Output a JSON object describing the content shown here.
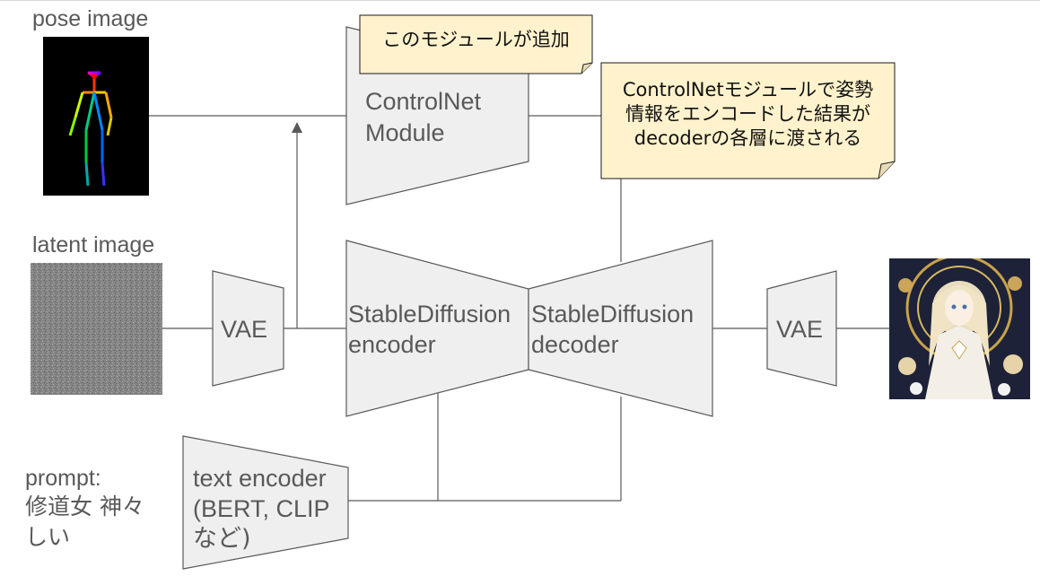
{
  "labels": {
    "pose_image": "pose image",
    "latent_image": "latent image",
    "prompt_line1": "prompt:",
    "prompt_line2": "修道女 神々",
    "prompt_line3": "しい"
  },
  "blocks": {
    "controlnet_line1": "ControlNet",
    "controlnet_line2": "Module",
    "vae_in": "VAE",
    "sd_encoder_line1": "StableDiffusion",
    "sd_encoder_line2": "encoder",
    "sd_decoder_line1": "StableDiffusion",
    "sd_decoder_line2": "decoder",
    "vae_out": "VAE",
    "text_encoder_line1": "text encoder",
    "text_encoder_line2": "(BERT, CLIP",
    "text_encoder_line3": "など)"
  },
  "notes": {
    "note_added": "このモジュールが追加",
    "note_controlnet_line1": "ControlNetモジュールで姿勢",
    "note_controlnet_line2": "情報をエンコードした結果が",
    "note_controlnet_line3": "decoderの各層に渡される"
  },
  "colors": {
    "block_fill": "#efefef",
    "block_stroke": "#595959",
    "note_fill": "#fff2cc",
    "line": "#595959",
    "text": "#595959"
  }
}
